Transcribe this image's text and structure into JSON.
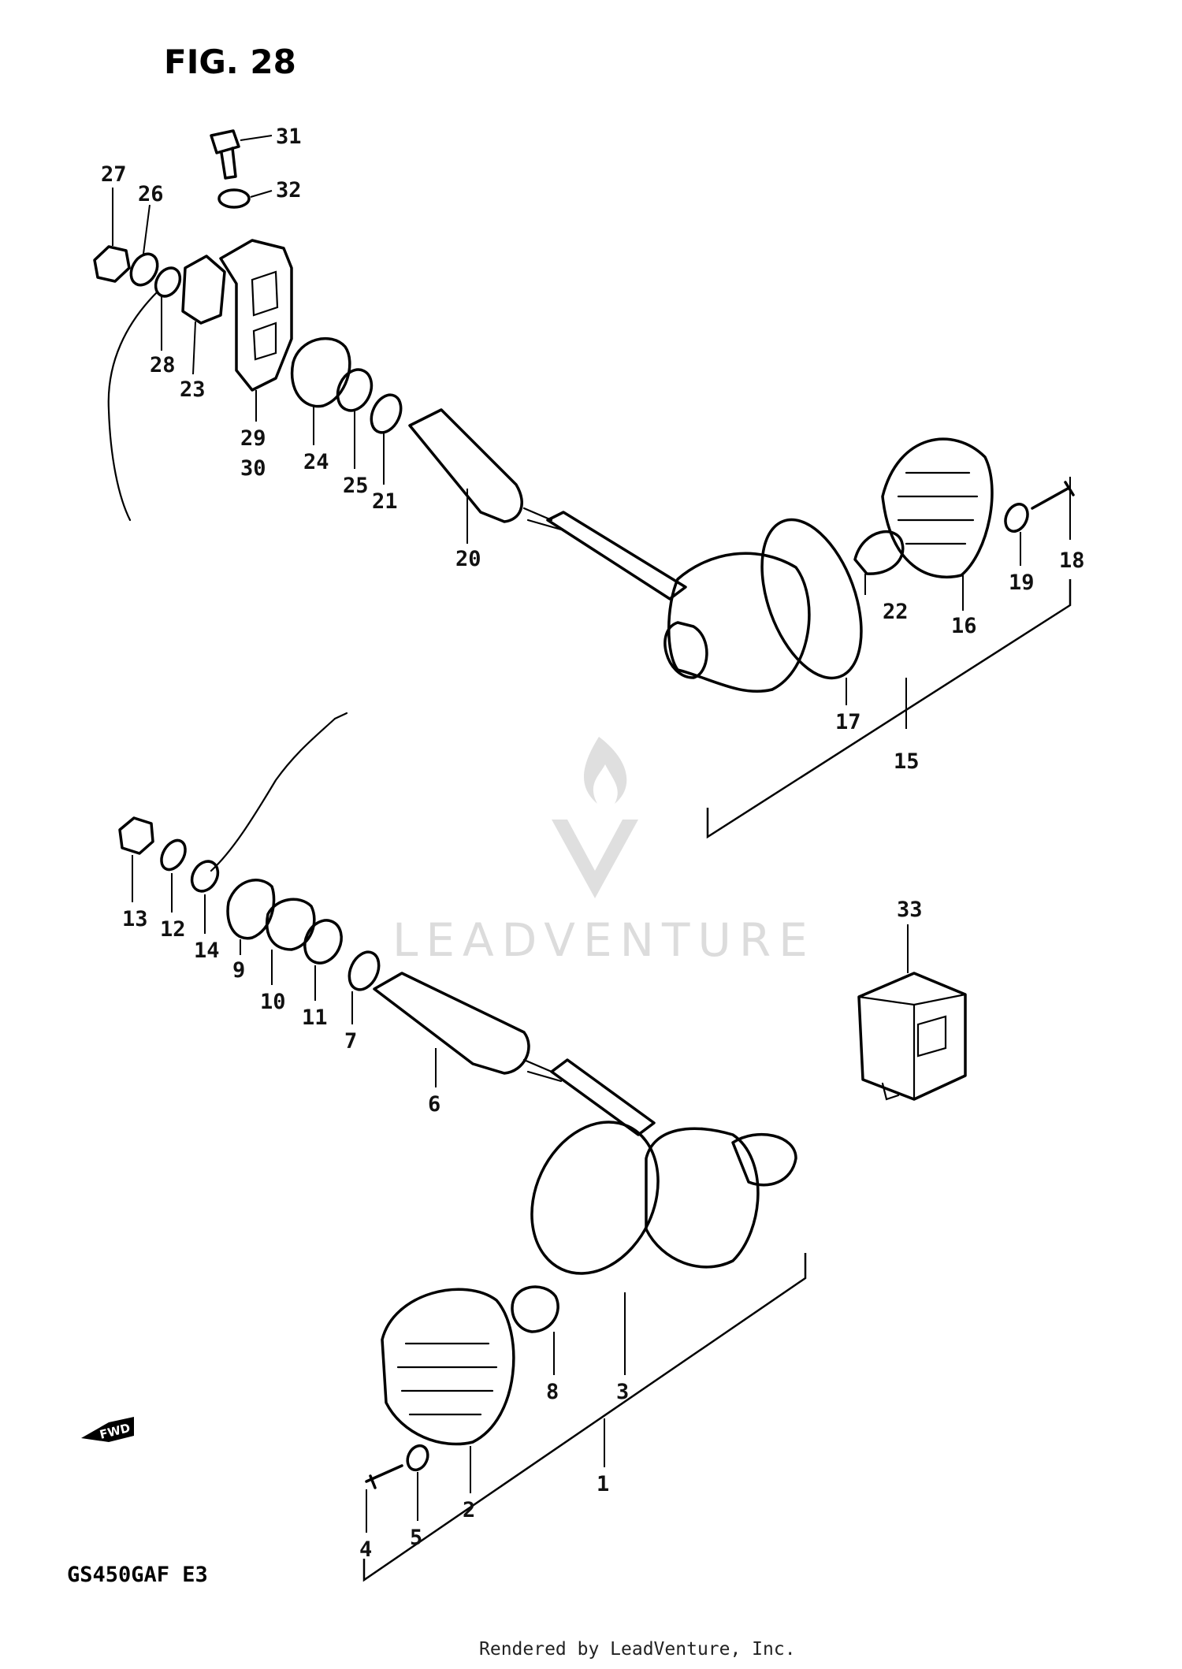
{
  "figure_title": "FIG. 28",
  "model_code": "GS450GAF E3",
  "watermark": "LEADVENTURE",
  "footer": "Rendered by LeadVenture, Inc.",
  "fwd_label": "FWD",
  "callouts": {
    "c1": "1",
    "c2": "2",
    "c3": "3",
    "c4": "4",
    "c5": "5",
    "c6": "6",
    "c7": "7",
    "c8": "8",
    "c9": "9",
    "c10": "10",
    "c11": "11",
    "c12": "12",
    "c13": "13",
    "c14": "14",
    "c15": "15",
    "c16": "16",
    "c17": "17",
    "c18": "18",
    "c19": "19",
    "c20": "20",
    "c21": "21",
    "c22": "22",
    "c23": "23",
    "c24": "24",
    "c25": "25",
    "c26": "26",
    "c27": "27",
    "c28": "28",
    "c29": "29",
    "c30": "30",
    "c31": "31",
    "c32": "32",
    "c33": "33"
  }
}
